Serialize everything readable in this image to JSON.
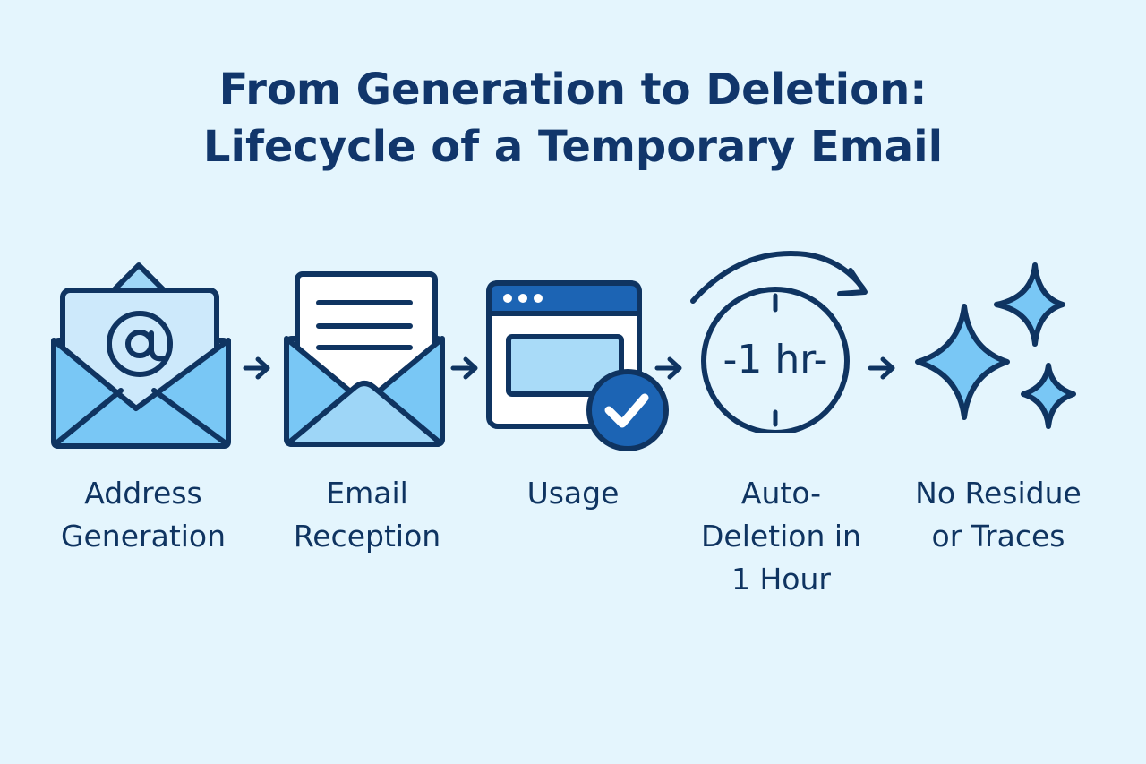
{
  "title": {
    "line1": "From Generation to Deletion:",
    "line2": "Lifecycle of a Temporary Email"
  },
  "steps": [
    {
      "icon": "envelope-at-icon",
      "label_lines": [
        "Address",
        "Generation"
      ]
    },
    {
      "icon": "envelope-letter-icon",
      "label_lines": [
        "Email",
        "Reception"
      ]
    },
    {
      "icon": "browser-check-icon",
      "label_lines": [
        "Usage"
      ]
    },
    {
      "icon": "clock-timer-icon",
      "clock_text": "-1 hr-",
      "label_lines": [
        "Auto-",
        "Deletion in",
        "1 Hour"
      ]
    },
    {
      "icon": "sparkles-icon",
      "label_lines": [
        "No Residue",
        "or Traces"
      ]
    }
  ],
  "colors": {
    "background": "#e4f5fd",
    "navy": "#11366b",
    "light_blue": "#cde9fb",
    "mid_blue": "#79c7f5",
    "accent_blue": "#1c64b4"
  }
}
